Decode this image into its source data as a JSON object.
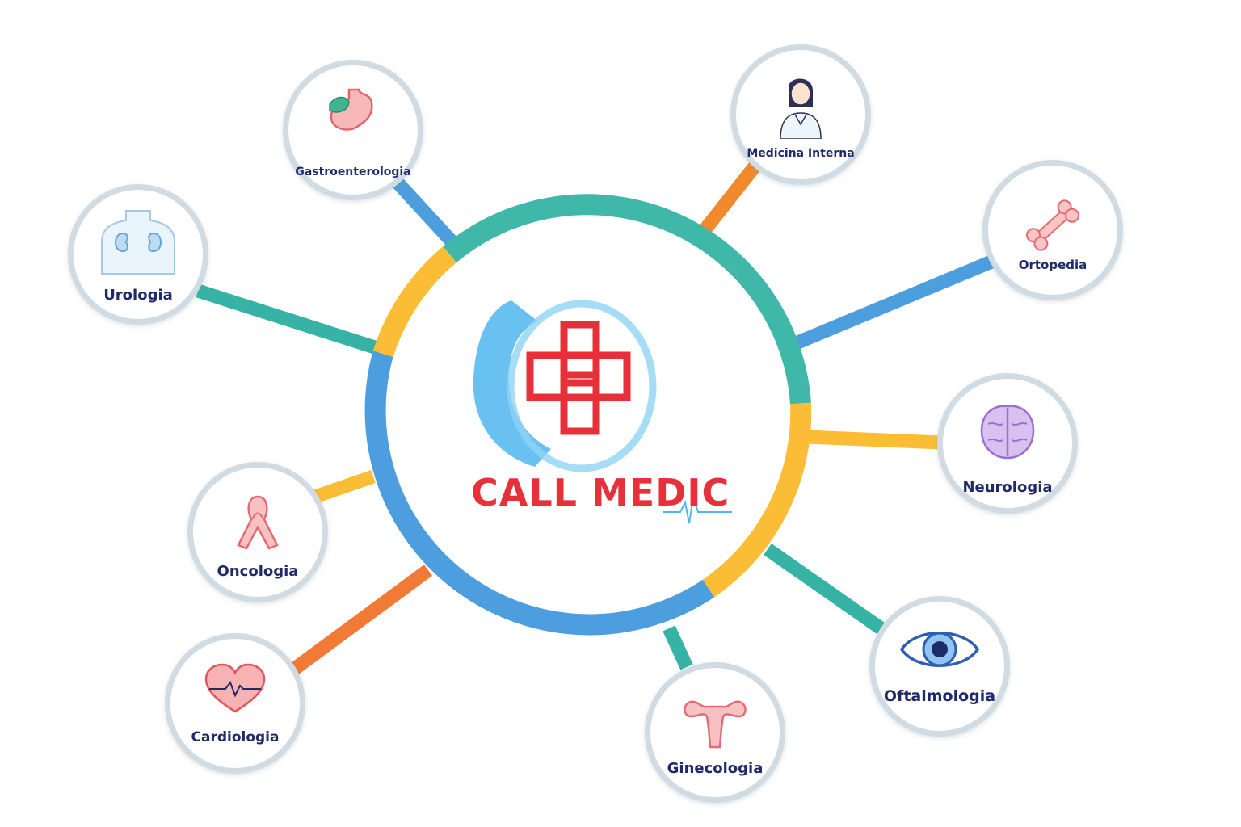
{
  "brand": {
    "name": "CALL MEDIC",
    "colors": {
      "red": "#e8303a",
      "navy": "#1f2a6b",
      "phone": "#4fb6ee"
    }
  },
  "ring_colors": {
    "teal": "#3fb7a9",
    "yellow": "#fbbd35",
    "blue": "#4d9ede",
    "orange": "#f07a36"
  },
  "specialties": [
    {
      "id": "gastroenterologia",
      "label": "Gastroenterologia",
      "icon": "stomach-icon",
      "connector_color": "#4d9ede"
    },
    {
      "id": "medicina-interna",
      "label": "Medicina Interna",
      "icon": "doctor-icon",
      "connector_color": "#f08a2c"
    },
    {
      "id": "urologia",
      "label": "Urologia",
      "icon": "kidneys-icon",
      "connector_color": "#37b3a6"
    },
    {
      "id": "ortopedia",
      "label": "Ortopedia",
      "icon": "bone-icon",
      "connector_color": "#4d9ede"
    },
    {
      "id": "neurologia",
      "label": "Neurologia",
      "icon": "brain-icon",
      "connector_color": "#fbbd35"
    },
    {
      "id": "oncologia",
      "label": "Oncologia",
      "icon": "ribbon-icon",
      "connector_color": "#fbbd35"
    },
    {
      "id": "cardiologia",
      "label": "Cardiologia",
      "icon": "heart-icon",
      "connector_color": "#f07a36"
    },
    {
      "id": "ginecologia",
      "label": "Ginecologia",
      "icon": "uterus-icon",
      "connector_color": "#37b3a6"
    },
    {
      "id": "oftalmologia",
      "label": "Oftalmologia",
      "icon": "eye-icon",
      "connector_color": "#37b3a6"
    }
  ]
}
